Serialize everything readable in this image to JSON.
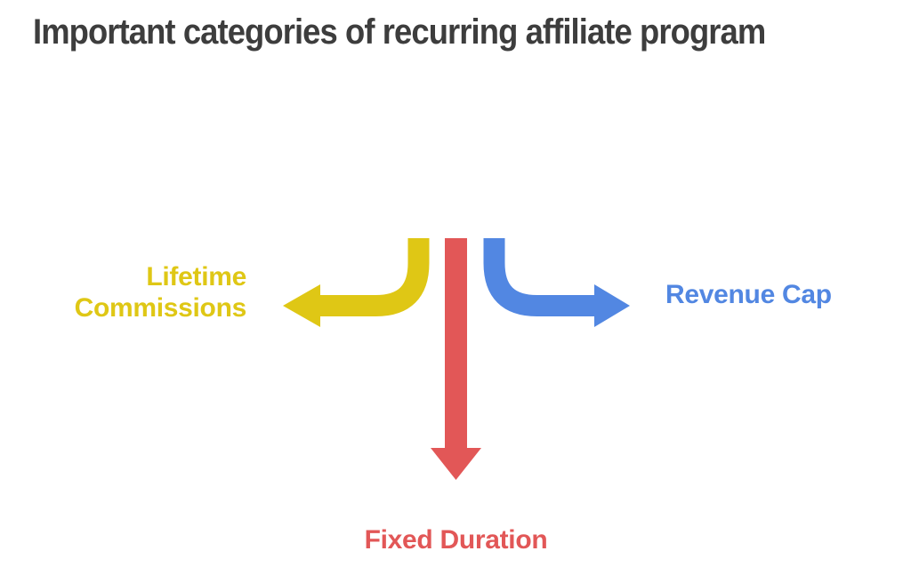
{
  "title": "Important categories of recurring affiliate program",
  "colors": {
    "background": "#FFFFFF",
    "title_text": "#3D3D3D",
    "yellow": "#DFC715",
    "red": "#E25757",
    "blue": "#5287E2"
  },
  "diagram": {
    "type": "branching-arrows",
    "categories": [
      {
        "label": "Lifetime Commissions",
        "direction": "left",
        "color": "#DFC715"
      },
      {
        "label": "Fixed Duration",
        "direction": "down",
        "color": "#E25757"
      },
      {
        "label": "Revenue Cap",
        "direction": "right",
        "color": "#5287E2"
      }
    ]
  }
}
